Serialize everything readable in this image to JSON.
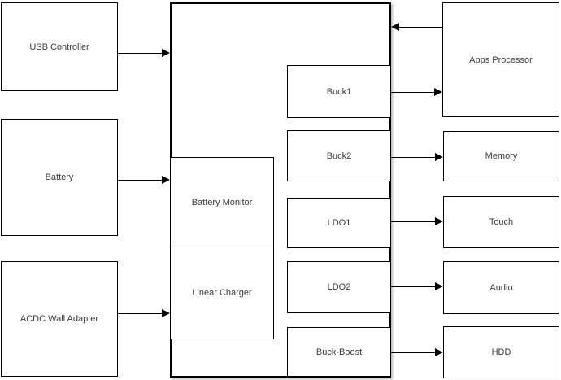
{
  "blocks": {
    "usb_controller": "USB Controller",
    "battery": "Battery",
    "acdc_wall_adapter": "ACDC Wall Adapter",
    "battery_monitor": "Battery Monitor",
    "linear_charger": "Linear Charger",
    "buck1": "Buck1",
    "buck2": "Buck2",
    "ldo1": "LDO1",
    "ldo2": "LDO2",
    "buck_boost": "Buck-Boost",
    "apps_processor": "Apps Processor",
    "memory": "Memory",
    "touch": "Touch",
    "audio": "Audio",
    "hdd": "HDD",
    "main_block": ""
  },
  "connections": [
    {
      "from": "usb_controller",
      "to": "main_block",
      "direction": "right"
    },
    {
      "from": "battery",
      "to": "main_block",
      "direction": "right"
    },
    {
      "from": "acdc_wall_adapter",
      "to": "main_block",
      "direction": "right"
    },
    {
      "from": "apps_processor",
      "to": "main_block",
      "direction": "left"
    },
    {
      "from": "buck1",
      "to": "apps_processor",
      "direction": "right"
    },
    {
      "from": "buck2",
      "to": "memory",
      "direction": "right"
    },
    {
      "from": "ldo1",
      "to": "touch",
      "direction": "right"
    },
    {
      "from": "ldo2",
      "to": "audio",
      "direction": "right"
    },
    {
      "from": "buck_boost",
      "to": "hdd",
      "direction": "right"
    }
  ],
  "colors": {
    "line": "#000000",
    "background": "#ffffff",
    "text": "#3a3a3a"
  }
}
